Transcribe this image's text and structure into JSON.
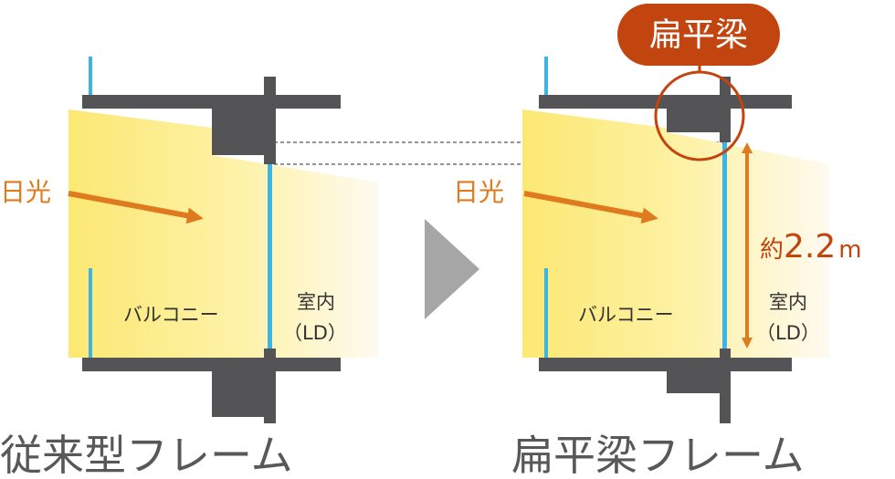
{
  "left_panel": {
    "sunlight_label": "日光",
    "balcony_label": "バルコニー",
    "room_label_line1": "室内",
    "room_label_line2": "（LD）",
    "caption": "従来型フレーム"
  },
  "right_panel": {
    "callout_label": "扁平梁",
    "sunlight_label": "日光",
    "balcony_label": "バルコニー",
    "room_label_line1": "室内",
    "room_label_line2": "（LD）",
    "height_prefix": "約",
    "height_value": "2.2",
    "height_unit": "m",
    "caption": "扁平梁フレーム"
  },
  "colors": {
    "structure": "#545356",
    "glass": "#3cb4e6",
    "light_warm": "#fce873",
    "light_pale": "#fff8d9",
    "accent_orange": "#e07a1f",
    "callout_red": "#c2440f",
    "arrow_grey": "#a6a6a6",
    "caption_grey": "#595757",
    "guide_line": "#555555"
  }
}
